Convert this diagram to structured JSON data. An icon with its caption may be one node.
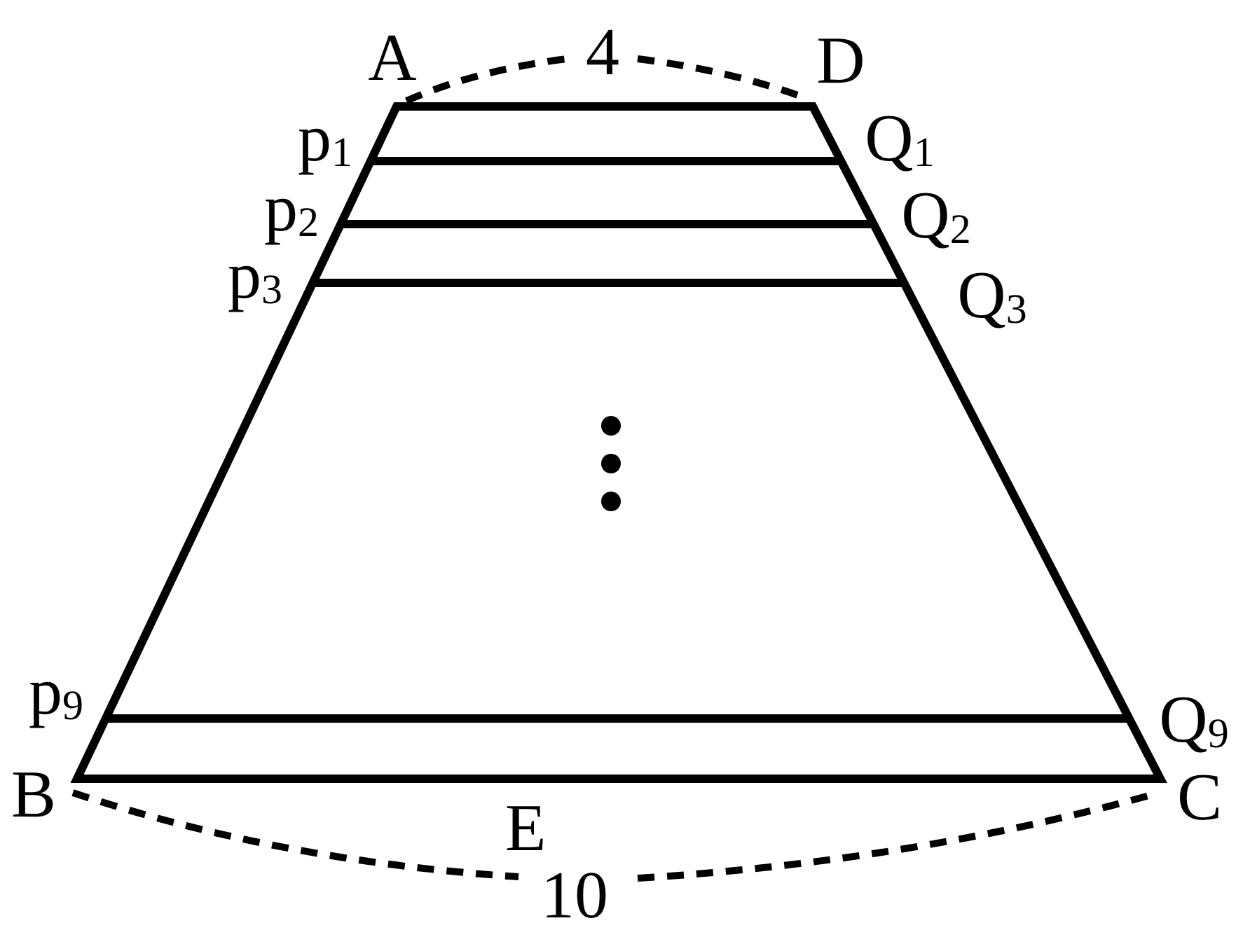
{
  "diagram": {
    "labels": [
      "A",
      "4",
      "D",
      "p$_{1}$",
      "Q$_{1}$",
      "p$_{2}$",
      "Q$_{2}$",
      "p$_{3}$",
      "Q$_{3}$",
      "p$_{9}$",
      "Q$_{9}$",
      "B",
      "C",
      "E",
      "10"
    ]
  }
}
